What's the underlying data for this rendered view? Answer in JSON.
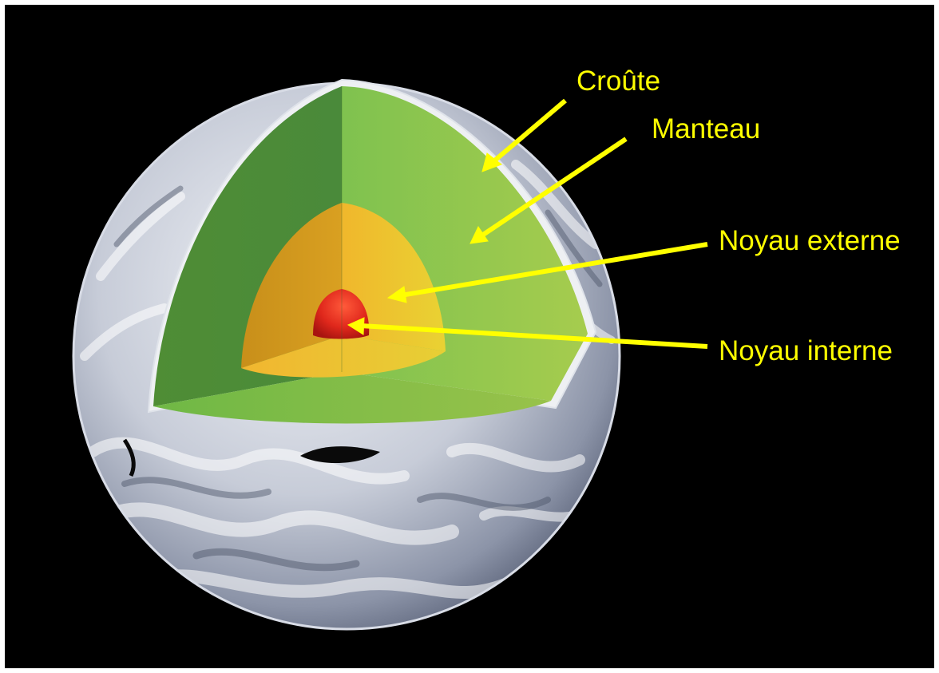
{
  "diagram": {
    "labels": {
      "crust": "Croûte",
      "mantle": "Manteau",
      "outer_core": "Noyau externe",
      "inner_core": "Noyau interne"
    }
  },
  "colors": {
    "background": "#000000",
    "label_text": "#ffff00",
    "arrows": "#ffff00",
    "mantle": "#7cc24a",
    "outer_core": "#f2c12e",
    "inner_core": "#e0281c",
    "crust": "#e6e6e6",
    "earth_surface": "#c9ced8"
  }
}
